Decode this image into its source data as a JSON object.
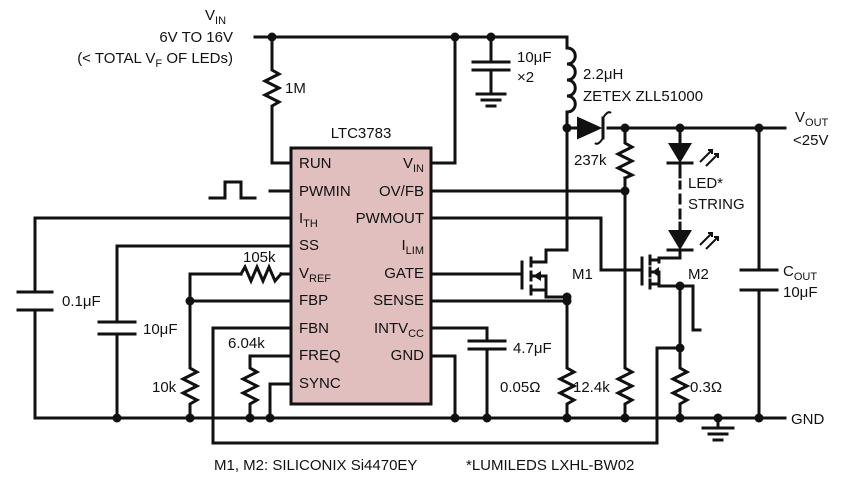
{
  "supply": {
    "name": "V",
    "name_sub": "IN",
    "range": "6V TO 16V",
    "note_pre": "(< TOTAL V",
    "note_sub": "F",
    "note_post": " OF LEDs)"
  },
  "ic": {
    "part": "LTC3783",
    "fill_color": "#e2bfbf",
    "pins_left": [
      {
        "main": "RUN",
        "sub": ""
      },
      {
        "main": "PWMIN",
        "sub": ""
      },
      {
        "main": "I",
        "sub": "TH"
      },
      {
        "main": "SS",
        "sub": ""
      },
      {
        "main": "V",
        "sub": "REF"
      },
      {
        "main": "FBP",
        "sub": ""
      },
      {
        "main": "FBN",
        "sub": ""
      },
      {
        "main": "FREQ",
        "sub": ""
      },
      {
        "main": "SYNC",
        "sub": ""
      }
    ],
    "pins_right": [
      {
        "main": "V",
        "sub": "IN"
      },
      {
        "main": "OV/FB",
        "sub": ""
      },
      {
        "main": "PWMOUT",
        "sub": ""
      },
      {
        "main": "I",
        "sub": "LIM"
      },
      {
        "main": "GATE",
        "sub": ""
      },
      {
        "main": "SENSE",
        "sub": ""
      },
      {
        "main": "INTV",
        "sub": "CC"
      },
      {
        "main": "GND",
        "sub": ""
      }
    ]
  },
  "components": {
    "r_run": "1M",
    "c_in_value": "10μF",
    "c_in_qty": "×2",
    "inductor_value": "2.2μH",
    "diode_part": "ZETEX ZLL51000",
    "r_ovfb_top": "237k",
    "r_ovfb_bot": "12.4k",
    "c_ith": "0.1μF",
    "c_ss": "10μF",
    "r_vref": "105k",
    "r_fbp": "10k",
    "r_freq": "6.04k",
    "c_intvcc": "4.7μF",
    "r_sense": "0.05Ω",
    "r_led_sense": "0.3Ω",
    "m1": "M1",
    "m2": "M2",
    "led_line1": "LED*",
    "led_line2": "STRING",
    "c_out_name": "C",
    "c_out_sub": "OUT",
    "c_out_value": "10μF"
  },
  "output": {
    "name": "V",
    "name_sub": "OUT",
    "limit": "<25V"
  },
  "ground_label": "GND",
  "footnotes": {
    "mosfets": "M1, M2: SILICONIX Si4470EY",
    "leds": "*LUMILEDS LXHL-BW02"
  }
}
